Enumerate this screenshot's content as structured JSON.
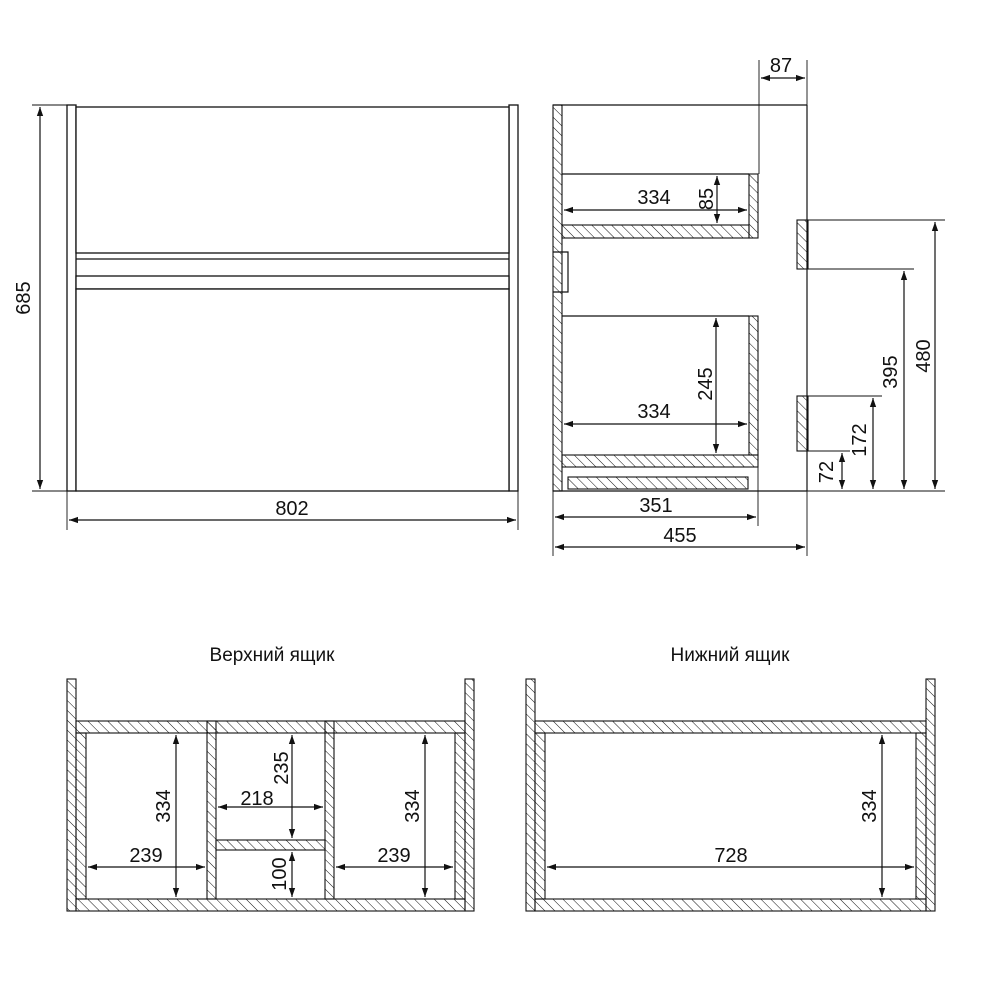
{
  "labels": {
    "top_drawer_title": "Верхний ящик",
    "bottom_drawer_title": "Нижний ящик"
  },
  "front": {
    "height": "685",
    "width": "802"
  },
  "side": {
    "overhang": "87",
    "upper_depth": "334",
    "upper_height": "85",
    "lower_depth": "334",
    "lower_height": "245",
    "inner_depth": "351",
    "total_depth": "455",
    "h480": "480",
    "h395": "395",
    "h172": "172",
    "h72": "72"
  },
  "top_drawer": {
    "left_depth": "334",
    "left_width": "239",
    "mid_width": "218",
    "mid_upper_height": "235",
    "mid_lower_height": "100",
    "right_depth": "334",
    "right_width": "239"
  },
  "bottom_drawer": {
    "depth": "334",
    "width": "728"
  }
}
